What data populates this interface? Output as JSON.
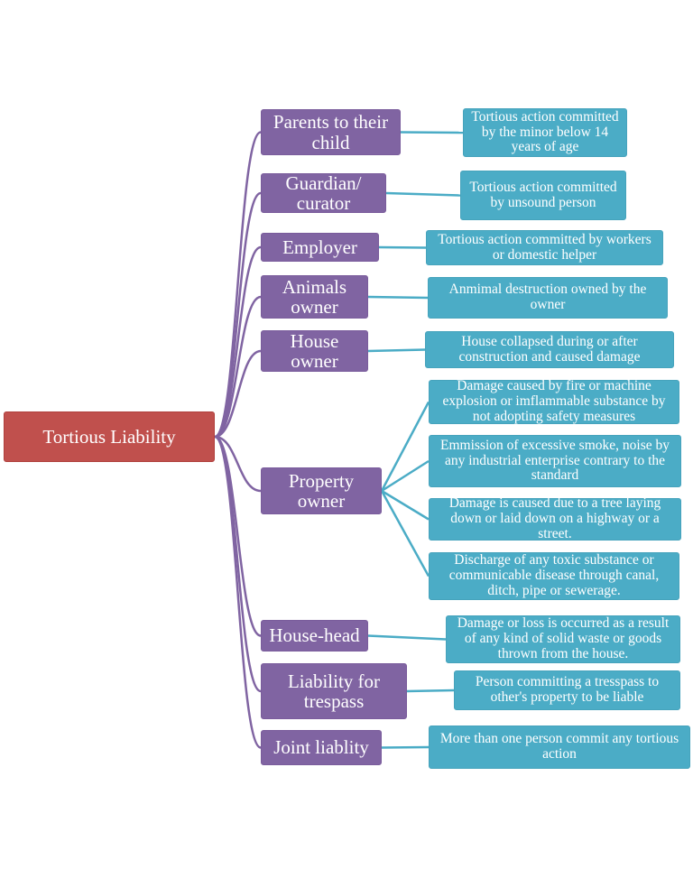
{
  "colors": {
    "root": "#c0504d",
    "category": "#8064a2",
    "description": "#4bacc6"
  },
  "root": "Tortious Liability",
  "categories": [
    {
      "label": "Parents to their child",
      "descriptions": [
        "Tortious action committed by the minor below 14 years of age"
      ]
    },
    {
      "label": "Guardian/ curator",
      "descriptions": [
        "Tortious action committed by unsound person"
      ]
    },
    {
      "label": "Employer",
      "descriptions": [
        "Tortious action committed by workers or domestic helper"
      ]
    },
    {
      "label": "Animals owner",
      "descriptions": [
        "Anmimal destruction owned by the owner"
      ]
    },
    {
      "label": "House owner",
      "descriptions": [
        "House collapsed during or after construction and caused damage"
      ]
    },
    {
      "label": "Property owner",
      "descriptions": [
        "Damage caused by fire or machine explosion or imflammable substance by not adopting safety measures",
        "Emmission of excessive smoke, noise by any industrial enterprise contrary to the standard",
        "Damage is caused due to a tree laying down or laid down on a highway or a street.",
        "Discharge of any toxic substance or communicable disease through canal, ditch, pipe or sewerage."
      ]
    },
    {
      "label": "House-head",
      "descriptions": [
        "Damage or loss is occurred as a result of any kind of solid waste or goods thrown from the house."
      ]
    },
    {
      "label": "Liability for trespass",
      "descriptions": [
        "Person committing a tresspass to other's property to be liable"
      ]
    },
    {
      "label": "Joint liablity",
      "descriptions": [
        "More than one person commit any tortious action"
      ]
    }
  ]
}
